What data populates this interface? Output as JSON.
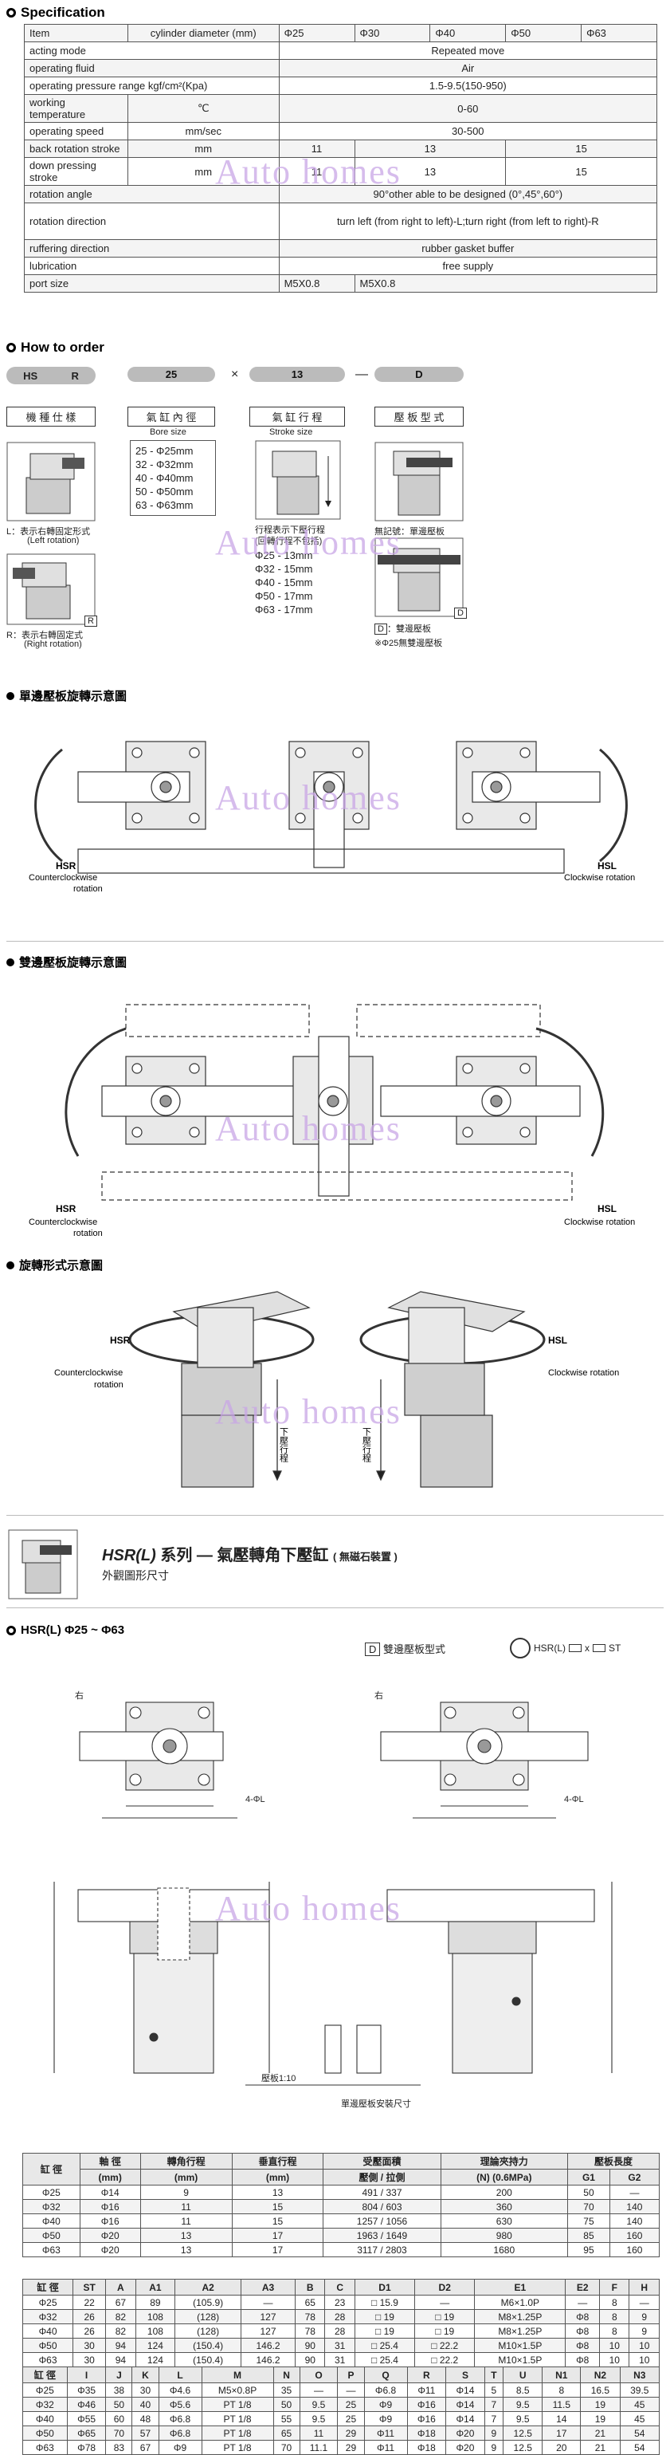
{
  "spec": {
    "title": "Specification",
    "header": [
      "Item",
      "cylinder diameter (mm)",
      "Φ25",
      "Φ30",
      "Φ40",
      "Φ50",
      "Φ63"
    ],
    "rows": [
      {
        "label": "acting mode",
        "unit": "",
        "value": "Repeated move"
      },
      {
        "label": "operating fluid",
        "unit": "",
        "value": "Air"
      },
      {
        "label": "operating pressure range kgf/cm²(Kpa)",
        "unit": "",
        "value": "1.5-9.5(150-950)"
      },
      {
        "label": "working temperature",
        "unit": "℃",
        "value": "0-60"
      },
      {
        "label": "operating speed",
        "unit": "mm/sec",
        "value": "30-500"
      },
      {
        "label": "back rotation stroke",
        "unit": "mm",
        "v1": "11",
        "v2": "13",
        "v3": "15"
      },
      {
        "label": "down pressing stroke",
        "unit": "mm",
        "v1": "11",
        "v2": "13",
        "v3": "15"
      },
      {
        "label": "rotation angle",
        "unit": "",
        "value": "90°other able to be designed (0°,45°,60°)"
      },
      {
        "label": "rotation direction",
        "unit": "",
        "value": "turn left (from right to left)-L;turn right (from left to right)-R"
      },
      {
        "label": "ruffering direction",
        "unit": "",
        "value": "rubber gasket buffer"
      },
      {
        "label": "lubrication",
        "unit": "",
        "value": "free supply"
      },
      {
        "label": "port size",
        "unit": "",
        "v1": "M5X0.8",
        "v2": "M5X0.8"
      }
    ]
  },
  "watermark": "Auto homes",
  "order": {
    "title": "How to order",
    "codes": [
      "HS",
      "R",
      "25",
      "13",
      "D"
    ],
    "sep1": "×",
    "sep2": "—",
    "groups": [
      "機 種 仕 樣",
      "氣 缸 內 徑",
      "氣 缸 行 程",
      "壓 板 型 式"
    ],
    "bore_label": "Bore size",
    "bores": [
      "25 - Φ25mm",
      "32 - Φ32mm",
      "40 - Φ40mm",
      "50 - Φ50mm",
      "63 - Φ63mm"
    ],
    "stroke_label": "Stroke size",
    "stroke_note1": "行程表示下壓行程",
    "stroke_note2": "(回轉行程不包括)",
    "strokes": [
      "Φ25 - 13mm",
      "Φ32 - 15mm",
      "Φ40 - 15mm",
      "Φ50 - 17mm",
      "Φ63 - 17mm"
    ],
    "left_note": "L：表示右轉固定形式",
    "left_en": "(Left rotation)",
    "right_note": "R：表示右轉固定式",
    "right_en": "(Right rotation)",
    "r_tag": "R",
    "plate_note": "無記號：單邊壓板",
    "d_tag": "D",
    "d_note": "：雙邊壓板",
    "d_note2": "※Φ25無雙邊壓板"
  },
  "single": {
    "title": "單邊壓板旋轉示意圖",
    "hsr": "HSR",
    "hsr_sub1": "Counterclockwise",
    "hsr_sub2": "rotation",
    "hsl": "HSL",
    "hsl_sub": "Clockwise rotation"
  },
  "double": {
    "title": "雙邊壓板旋轉示意圖",
    "hsr": "HSR",
    "hsr_sub1": "Counterclockwise",
    "hsr_sub2": "rotation",
    "hsl": "HSL",
    "hsl_sub": "Clockwise rotation"
  },
  "rotform": {
    "title": "旋轉形式示意圖",
    "hsr": "HSR",
    "hsr_sub1": "Counterclockwise",
    "hsr_sub2": "rotation",
    "hsl": "HSL",
    "hsl_sub": "Clockwise rotation",
    "stroke_label": "下壓行程"
  },
  "series": {
    "code": "HSR(L)",
    "title": " 系列 — 氣壓轉角下壓缸",
    "paren": "( 無磁石裝置 )",
    "subtitle": "外觀圖形尺寸"
  },
  "dims": {
    "title": "HSR(L)  Φ25 ~ Φ63",
    "d_tag": "D",
    "d_label": "雙邊壓板型式",
    "model_label": "HSR(L)",
    "model_x": "x",
    "model_st": "ST",
    "left_label": "右",
    "right_label": "右",
    "arrow_label": "4-ΦL",
    "single_label": "單邊壓板安裝尺寸",
    "scale_label": "壓板1:10"
  },
  "table1": {
    "header1": [
      "缸 徑",
      "軸 徑",
      "轉角行程",
      "垂直行程",
      "受壓面積",
      "理論夾持力",
      "壓板長度"
    ],
    "header_sub": [
      "",
      "(mm)",
      "(mm)",
      "(mm)",
      "壓側 / 拉側",
      "(N)",
      "G1",
      "G2"
    ],
    "force_unit": "(0.6MPa)",
    "rows": [
      [
        "Φ25",
        "Φ14",
        "9",
        "13",
        "491 / 337",
        "200",
        "50",
        "—"
      ],
      [
        "Φ32",
        "Φ16",
        "11",
        "15",
        "804 / 603",
        "360",
        "70",
        "140"
      ],
      [
        "Φ40",
        "Φ16",
        "11",
        "15",
        "1257 / 1056",
        "630",
        "75",
        "140"
      ],
      [
        "Φ50",
        "Φ20",
        "13",
        "17",
        "1963 / 1649",
        "980",
        "85",
        "160"
      ],
      [
        "Φ63",
        "Φ20",
        "13",
        "17",
        "3117 / 2803",
        "1680",
        "95",
        "160"
      ]
    ]
  },
  "table2": {
    "header": [
      "缸 徑",
      "ST",
      "A",
      "A1",
      "A2",
      "A3",
      "B",
      "C",
      "D1",
      "D2",
      "E1",
      "E2",
      "F",
      "H"
    ],
    "rows": [
      [
        "Φ25",
        "22",
        "67",
        "89",
        "(105.9)",
        "—",
        "65",
        "23",
        "□ 15.9",
        "—",
        "M6×1.0P",
        "—",
        "8",
        "—"
      ],
      [
        "Φ32",
        "26",
        "82",
        "108",
        "(128)",
        "127",
        "78",
        "28",
        "□ 19",
        "□ 19",
        "M8×1.25P",
        "Φ8",
        "8",
        "9"
      ],
      [
        "Φ40",
        "26",
        "82",
        "108",
        "(128)",
        "127",
        "78",
        "28",
        "□ 19",
        "□ 19",
        "M8×1.25P",
        "Φ8",
        "8",
        "9"
      ],
      [
        "Φ50",
        "30",
        "94",
        "124",
        "(150.4)",
        "146.2",
        "90",
        "31",
        "□ 25.4",
        "□ 22.2",
        "M10×1.5P",
        "Φ8",
        "10",
        "10"
      ],
      [
        "Φ63",
        "30",
        "94",
        "124",
        "(150.4)",
        "146.2",
        "90",
        "31",
        "□ 25.4",
        "□ 22.2",
        "M10×1.5P",
        "Φ8",
        "10",
        "10"
      ]
    ]
  },
  "table3": {
    "header": [
      "缸 徑",
      "I",
      "J",
      "K",
      "L",
      "M",
      "N",
      "O",
      "P",
      "Q",
      "R",
      "S",
      "T",
      "U",
      "N1",
      "N2",
      "N3"
    ],
    "rows": [
      [
        "Φ25",
        "Φ35",
        "38",
        "30",
        "Φ4.6",
        "M5×0.8P",
        "35",
        "—",
        "—",
        "Φ6.8",
        "Φ11",
        "Φ14",
        "5",
        "8.5",
        "8",
        "16.5",
        "39.5"
      ],
      [
        "Φ32",
        "Φ46",
        "50",
        "40",
        "Φ5.6",
        "PT 1/8",
        "50",
        "9.5",
        "25",
        "Φ9",
        "Φ16",
        "Φ14",
        "7",
        "9.5",
        "11.5",
        "19",
        "45"
      ],
      [
        "Φ40",
        "Φ55",
        "60",
        "48",
        "Φ6.8",
        "PT 1/8",
        "55",
        "9.5",
        "25",
        "Φ9",
        "Φ16",
        "Φ14",
        "7",
        "9.5",
        "14",
        "19",
        "45"
      ],
      [
        "Φ50",
        "Φ65",
        "70",
        "57",
        "Φ6.8",
        "PT 1/8",
        "65",
        "11",
        "29",
        "Φ11",
        "Φ18",
        "Φ20",
        "9",
        "12.5",
        "17",
        "21",
        "54"
      ],
      [
        "Φ63",
        "Φ78",
        "83",
        "67",
        "Φ9",
        "PT 1/8",
        "70",
        "11.1",
        "29",
        "Φ11",
        "Φ18",
        "Φ20",
        "9",
        "12.5",
        "20",
        "21",
        "54"
      ]
    ]
  }
}
